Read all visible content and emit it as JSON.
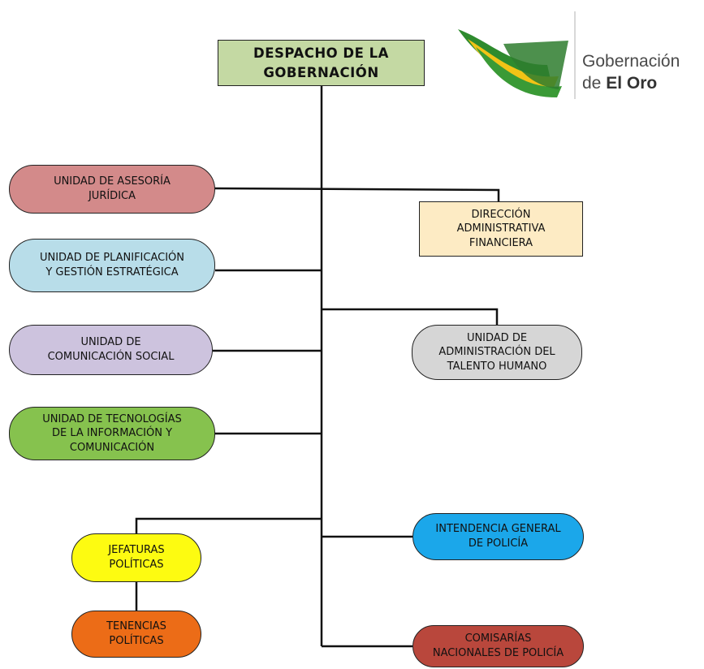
{
  "logo": {
    "line1": "Gobernación",
    "line2_prefix": "de ",
    "line2_bold": "El Oro"
  },
  "nodes": {
    "despacho": {
      "label": "DESPACHO DE LA\nGOBERNACIÓN",
      "color": "#c4d9a3"
    },
    "asesoria": {
      "label": "UNIDAD DE ASESORÍA\nJURÍDICA",
      "color": "#d38a8a"
    },
    "direccion": {
      "label": "DIRECCIÓN\nADMINISTRATIVA\nFINANCIERA",
      "color": "#fdebc4"
    },
    "planificacion": {
      "label": "UNIDAD DE PLANIFICACIÓN\nY GESTIÓN ESTRATÉGICA",
      "color": "#b8dde9"
    },
    "talento": {
      "label": "UNIDAD DE\nADMINISTRACIÓN DEL\nTALENTO HUMANO",
      "color": "#d6d6d6"
    },
    "comunicacion": {
      "label": "UNIDAD DE\nCOMUNICACIÓN SOCIAL",
      "color": "#cdc3de"
    },
    "tecnologias": {
      "label": "UNIDAD DE TECNOLOGÍAS\nDE LA INFORMACIÓN Y\nCOMUNICACIÓN",
      "color": "#86c24e"
    },
    "jefaturas": {
      "label": "JEFATURAS\nPOLÍTICAS",
      "color": "#fdfb11"
    },
    "intendencia": {
      "label": "INTENDENCIA GENERAL\nDE POLICÍA",
      "color": "#1ba7ea"
    },
    "tenencias": {
      "label": "TENENCIAS\nPOLÍTICAS",
      "color": "#ec6c17"
    },
    "comisarias": {
      "label": "COMISARÍAS\nNACIONALES DE POLICÍA",
      "color": "#b9473c"
    }
  }
}
